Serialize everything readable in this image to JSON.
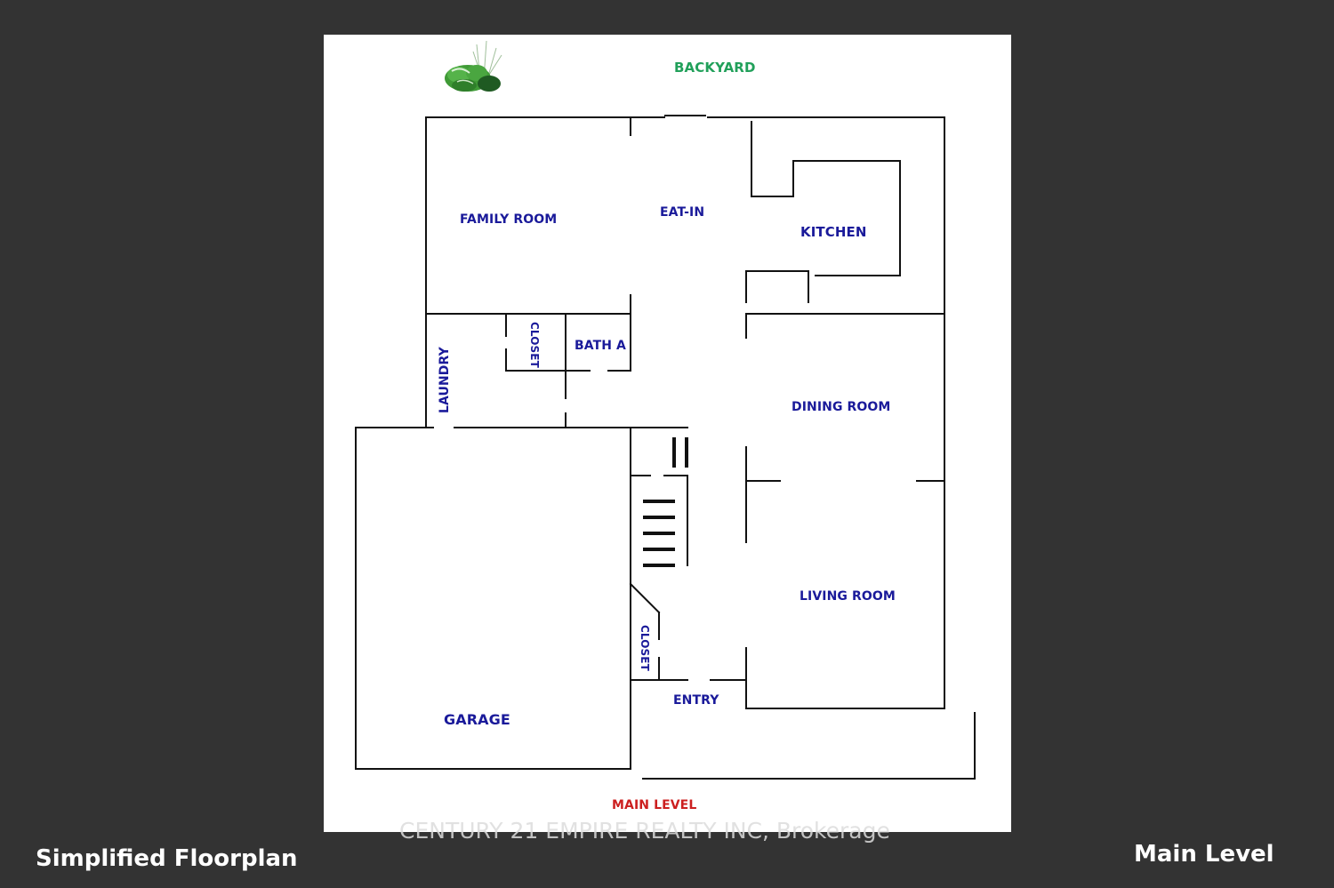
{
  "sheet": {
    "backyard_label": "BACKYARD",
    "level_label": "MAIN LEVEL",
    "plant_icon": "shrub-icon"
  },
  "rooms": {
    "family_room": "FAMILY ROOM",
    "eat_in": "EAT-IN",
    "kitchen": "KITCHEN",
    "closet_upper": "CLOSET",
    "bath_a": "BATH A",
    "laundry": "LAUNDRY",
    "dining_room": "DINING ROOM",
    "living_room": "LIVING ROOM",
    "closet_lower": "CLOSET",
    "entry": "ENTRY",
    "garage": "GARAGE"
  },
  "footer": {
    "left_title": "Simplified Floorplan",
    "right_title": "Main Level",
    "watermark": "CENTURY 21 EMPIRE REALTY INC, Brokerage"
  },
  "colors": {
    "background": "#333333",
    "room_label": "#1a1a9a",
    "backyard_label": "#21a05a",
    "level_label": "#cc1f1f",
    "wall": "#111111"
  }
}
